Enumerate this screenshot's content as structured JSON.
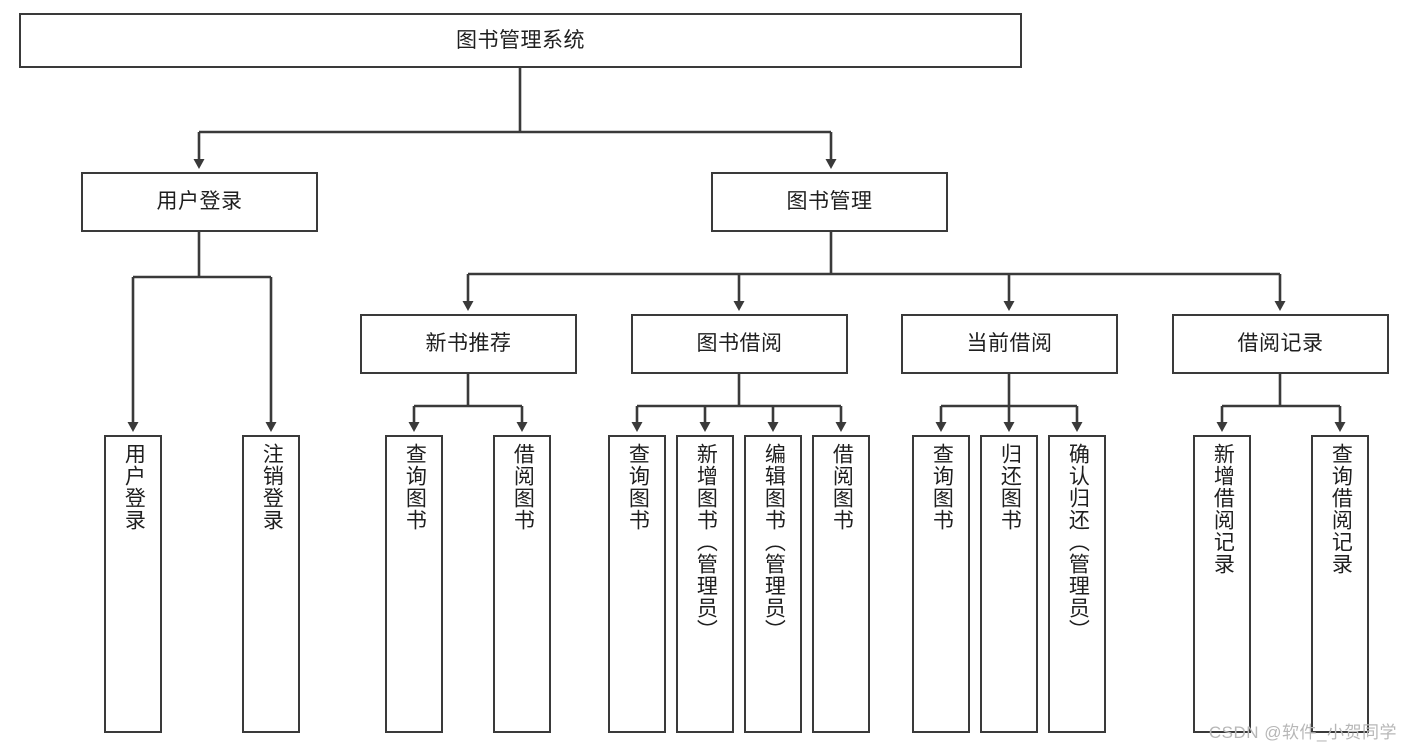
{
  "diagram": {
    "title": "图书管理系统",
    "type": "hierarchy-tree",
    "colors": {
      "box_border": "#3a3a3a",
      "box_fill": "#ffffff",
      "connector": "#3a3a3a",
      "text": "#1f1f1f",
      "watermark": "#b7b7b7"
    },
    "root": {
      "label": "图书管理系统"
    },
    "level2": [
      {
        "label": "用户登录"
      },
      {
        "label": "图书管理"
      }
    ],
    "level3": [
      {
        "label": "新书推荐"
      },
      {
        "label": "图书借阅"
      },
      {
        "label": "当前借阅"
      },
      {
        "label": "借阅记录"
      }
    ],
    "leaves": {
      "user_login": [
        {
          "label": "用户登录"
        },
        {
          "label": "注销登录"
        }
      ],
      "new_book_recommend": [
        {
          "label": "查询图书"
        },
        {
          "label": "借阅图书"
        }
      ],
      "book_borrow": [
        {
          "label": "查询图书"
        },
        {
          "label": "新增图书（管理员）"
        },
        {
          "label": "编辑图书（管理员）"
        },
        {
          "label": "借阅图书"
        }
      ],
      "current_borrow": [
        {
          "label": "查询图书"
        },
        {
          "label": "归还图书"
        },
        {
          "label": "确认归还（管理员）"
        }
      ],
      "borrow_records": [
        {
          "label": "新增借阅记录"
        },
        {
          "label": "查询借阅记录"
        }
      ]
    }
  },
  "watermark": {
    "text": "CSDN @软件_小贺同学"
  }
}
